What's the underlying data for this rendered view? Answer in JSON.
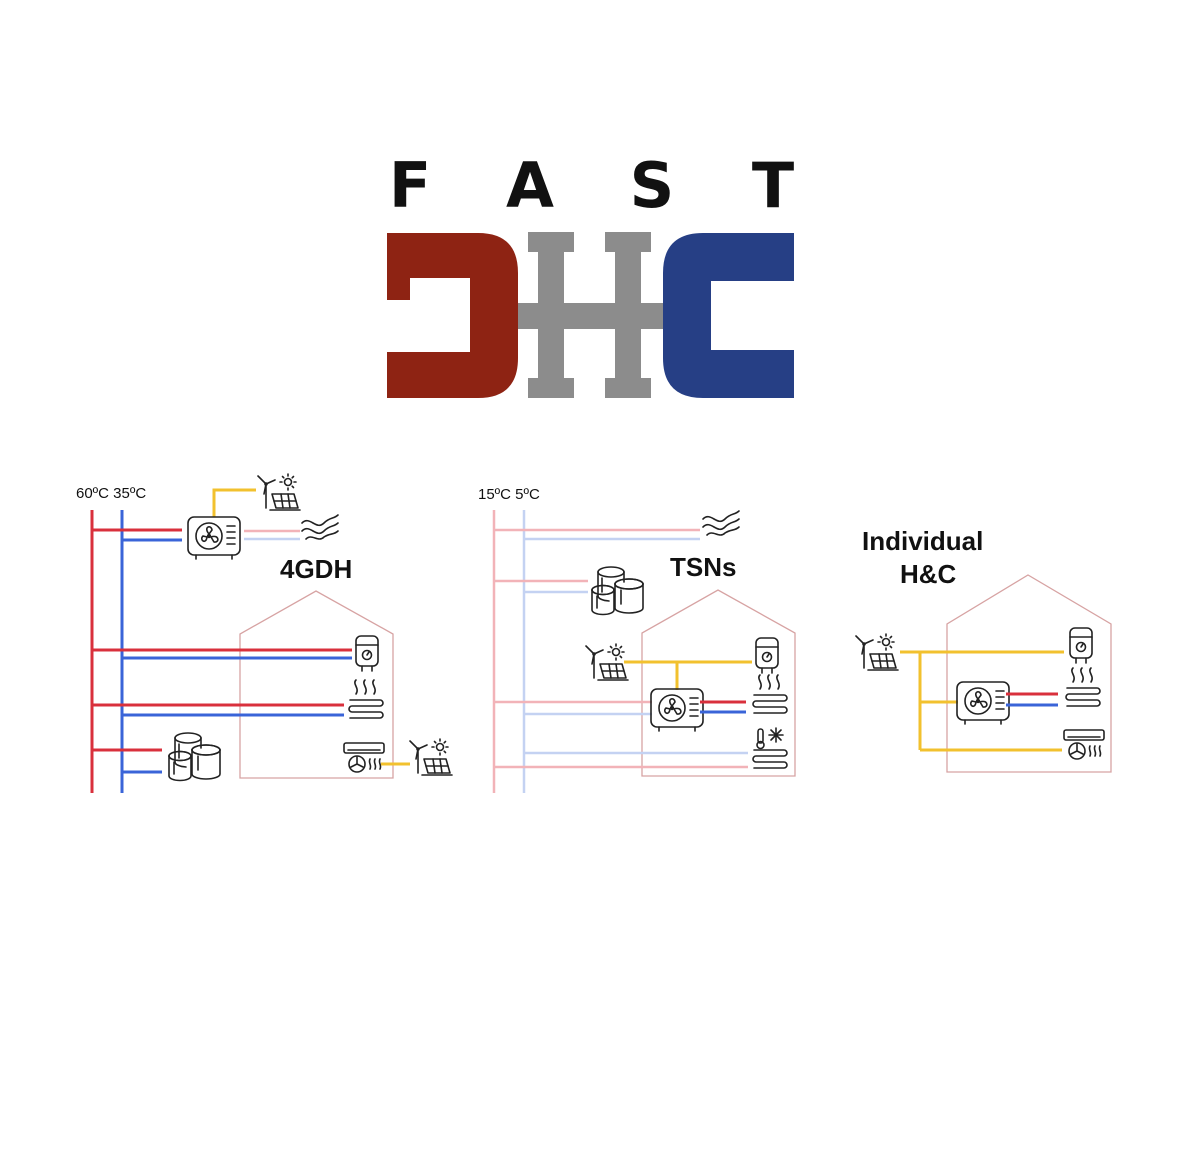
{
  "logo": {
    "letters": [
      "F",
      "A",
      "S",
      "T"
    ],
    "colors": {
      "hot": "#8E2313",
      "mid": "#8C8C8C",
      "cold": "#263F85"
    }
  },
  "panels": {
    "dh4g": {
      "temp_labels": "60ºC 35ºC",
      "title": "4GDH"
    },
    "tsn": {
      "temp_labels": "15ºC 5ºC",
      "title": "TSNs"
    },
    "individual": {
      "title_line1": "Individual",
      "title_line2": "H&C"
    }
  },
  "pipe_colors": {
    "hot": "#D9303C",
    "cold": "#3A64D8",
    "hot_light": "#F2B3B8",
    "cold_light": "#C4D2F2",
    "electric": "#F2C12E",
    "house": "#D7A3A3"
  },
  "icons": [
    "heat-pump-icon",
    "renewables-icon",
    "river-icon",
    "storage-tanks-icon",
    "water-heater-icon",
    "floor-heating-icon",
    "air-conditioner-icon",
    "floor-cooling-icon"
  ]
}
